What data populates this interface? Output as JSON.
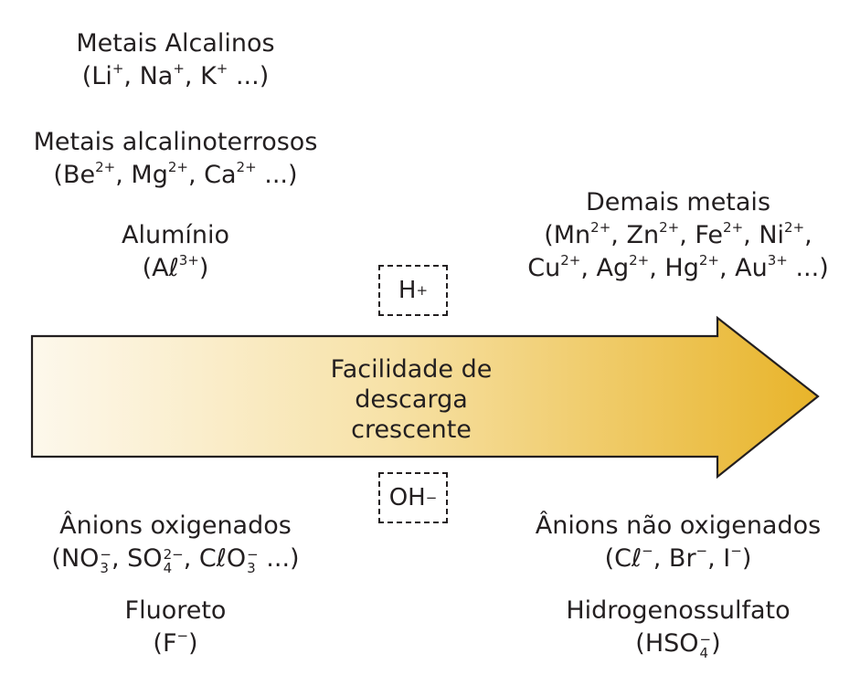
{
  "colors": {
    "arrow_start": "#fdf8ec",
    "arrow_end": "#e8b42a",
    "outline": "#231f20"
  },
  "cations": {
    "alkali": {
      "title": "Metais Alcalinos",
      "open": "(",
      "li": "Li",
      "na": "Na",
      "k": "K",
      "plus": "+",
      "sep": ", ",
      "tail": " ...)"
    },
    "alkaline_earth": {
      "title": "Metais alcalinoterrosos",
      "open": "(",
      "be": "Be",
      "mg": "Mg",
      "ca": "Ca",
      "charge": "2+",
      "sep": ", ",
      "tail": " ...)"
    },
    "aluminum": {
      "title": "Alumínio",
      "open": "(",
      "symbol": "Aℓ",
      "charge": "3+",
      "close": ")"
    },
    "other_metals": {
      "title": "Demais metais",
      "line1": {
        "open": "(",
        "mn": "Mn",
        "zn": "Zn",
        "fe": "Fe",
        "ni": "Ni",
        "charge": "2+",
        "sep": ", ",
        "tail": ","
      },
      "line2": {
        "cu": "Cu",
        "ag": "Ag",
        "hg": "Hg",
        "au": "Au",
        "charge2": "2+",
        "charge3": "3+",
        "sep": ", ",
        "tail": " ...)"
      }
    }
  },
  "markers": {
    "h": "H",
    "h_charge": "+",
    "oh": "OH",
    "oh_charge": "−"
  },
  "arrow": {
    "line1": "Facilidade de",
    "line2": "descarga",
    "line3": "crescente"
  },
  "anions": {
    "oxygenated": {
      "title": "Ânions oxigenados",
      "open": "(",
      "no": "NO",
      "so": "SO",
      "clo": "CℓO",
      "minus": "−",
      "two_minus": "2−",
      "sub3": "3",
      "sub4": "4",
      "sep": ", ",
      "tail": " ...)"
    },
    "fluoride": {
      "title": "Fluoreto",
      "open": "(",
      "symbol": "F",
      "charge": "−",
      "close": ")"
    },
    "non_oxygenated": {
      "title": "Ânions não oxigenados",
      "open": "(",
      "cl": "Cℓ",
      "br": "Br",
      "i": "I",
      "minus": "−",
      "sep": ", ",
      "close": ")"
    },
    "hydrogensulfate": {
      "title": "Hidrogenossulfato",
      "open": "(",
      "formula": "HSO",
      "charge": "−",
      "sub": "4",
      "close": ")"
    }
  }
}
